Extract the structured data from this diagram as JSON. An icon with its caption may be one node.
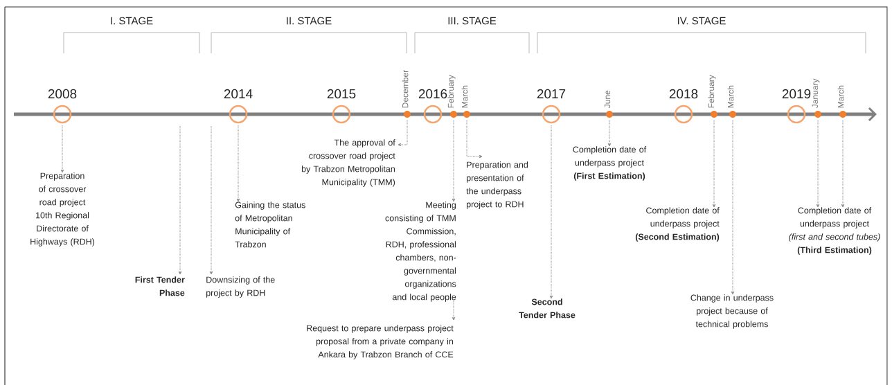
{
  "diagram": {
    "nodes": [
      {
        "text": [
          "2008"
        ]
      },
      {
        "text": [
          "2014"
        ]
      },
      {
        "text": [
          "2015"
        ]
      },
      {
        "text": [
          "December"
        ]
      },
      {
        "text": [
          "2016"
        ]
      },
      {
        "text": [
          "February"
        ]
      },
      {
        "text": [
          "March"
        ]
      },
      {
        "text": [
          "2017"
        ]
      },
      {
        "text": [
          "June"
        ]
      },
      {
        "text": [
          "2018"
        ]
      },
      {
        "text": [
          "February"
        ]
      },
      {
        "text": [
          "March"
        ]
      },
      {
        "text": [
          "2019"
        ]
      },
      {
        "text": [
          "January"
        ]
      },
      {
        "text": [
          "March"
        ]
      },
      {
        "text": [
          "Preparation of crossover road project",
          "10th Regional Directorate of Highways (RDH)"
        ]
      },
      {
        "text": [
          "First Tender Phase"
        ]
      },
      {
        "text": [
          "Downsizing of the project by RDH"
        ]
      },
      {
        "text": [
          "The approval of crossover road project by Trabzon Metropolitan Municipality (TMM)"
        ]
      },
      {
        "text": [
          "Gaining the status of Metropolitan Municipality of Trabzon"
        ]
      },
      {
        "text": [
          "Meeting consisting of TMM Commission, RDH, professional chambers, non-governmental organizations and local people"
        ]
      },
      {
        "text": [
          "Request to prepare underpass project proposal from a private company in Ankara by Trabzon Branch of CCE"
        ]
      },
      {
        "text": [
          "Preparation and presentation of the underpass project to RDH"
        ]
      },
      {
        "text": [
          "Second Tender Phase"
        ]
      },
      {
        "text": [
          "Completion date of underpass project **(First Estimation)**"
        ]
      },
      {
        "text": [
          "Completion date of underpass project **(Second Estimation)**"
        ]
      },
      {
        "text": [
          "Change in underpass project because of technical problems"
        ]
      },
      {
        "text": [
          "Completion date of underpass project",
          "*(first and second tubes)*",
          "**(Third Estimation)**"
        ]
      }
    ],
    "edges": [
      {
        "from": 0,
        "to": 15,
        "arrow": "to"
      },
      {
        "from": null,
        "to": 16,
        "arrow": "to"
      },
      {
        "from": null,
        "to": 17,
        "arrow": "to"
      },
      {
        "from": 3,
        "to": 18,
        "arrow": "to"
      },
      {
        "from": 1,
        "to": 19,
        "arrow": "to"
      },
      {
        "from": 5,
        "to": 20,
        "arrow": "to"
      },
      {
        "from": 20,
        "to": 21,
        "arrow": "to"
      },
      {
        "from": 6,
        "to": 22,
        "arrow": "to"
      },
      {
        "from": 7,
        "to": 23,
        "arrow": "to"
      },
      {
        "from": 8,
        "to": 24,
        "arrow": "to"
      },
      {
        "from": 10,
        "to": 25,
        "arrow": "to"
      },
      {
        "from": 11,
        "to": 26,
        "arrow": "to"
      },
      {
        "from": 13,
        "to": 27,
        "arrow": "to"
      },
      {
        "from": 14,
        "to": 27,
        "arrow": "to"
      }
    ],
    "labels": [
      "I. STAGE",
      "II. STAGE",
      "III. STAGE",
      "IV. STAGE"
    ]
  }
}
